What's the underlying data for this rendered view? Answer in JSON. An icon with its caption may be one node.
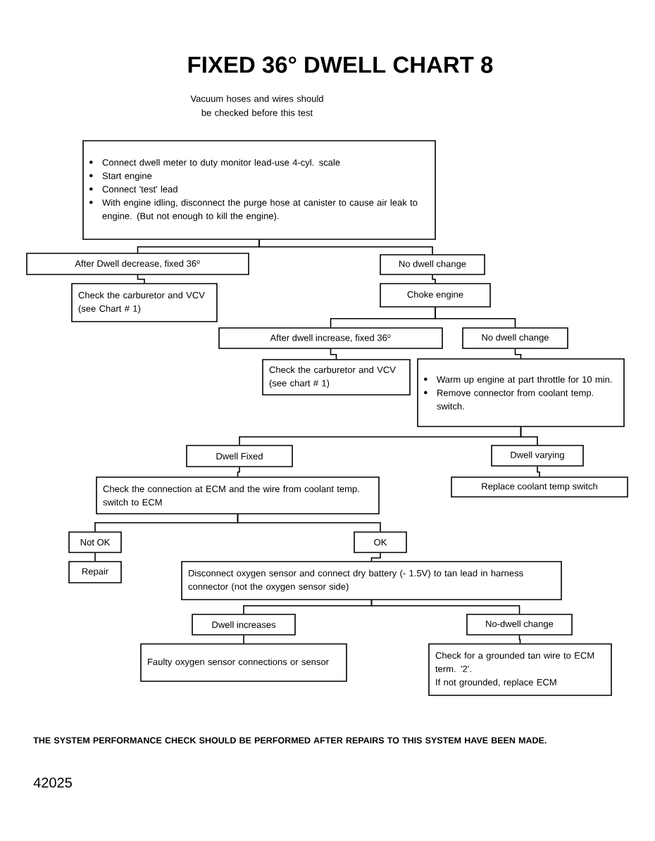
{
  "diagram": {
    "title": "FIXED 36° DWELL CHART 8",
    "nodes": [
      {
        "text": [
          "Connect dwell meter to duty monitor lead-use 4-cyl. scale",
          "Start engine",
          "Connect 'test' lead",
          "With engine idling, disconnect the purge hose at canister to cause air leak to engine. (But not enough to kill the engine)."
        ]
      },
      {
        "text": [
          "After Dwell decrease, fixed 36$^{o}$"
        ]
      },
      {
        "text": [
          "No dwell change"
        ]
      },
      {
        "text": [
          "Check the carburetor and VCV (see Chart # 1)"
        ]
      },
      {
        "text": [
          "Choke engine"
        ]
      },
      {
        "text": [
          "After dwell increase, fixed 36$^{o}$"
        ]
      },
      {
        "text": [
          "No dwell change"
        ]
      },
      {
        "text": [
          "Check the carburetor and VCV (see chart # 1)"
        ]
      },
      {
        "text": [
          "Warm up engine at part throttle for 10 min.",
          "Remove connector from coolant temp. switch."
        ]
      },
      {
        "text": [
          "Dwell Fixed"
        ]
      },
      {
        "text": [
          "Dwell varying"
        ]
      },
      {
        "text": [
          "Check the connection at ECM and the wire from coolant temp. switch to ECM"
        ]
      },
      {
        "text": [
          "Replace coolant temp switch"
        ]
      },
      {
        "text": [
          "Not OK"
        ]
      },
      {
        "text": [
          "OK"
        ]
      },
      {
        "text": [
          "Repair"
        ]
      },
      {
        "text": [
          "Disconnect oxygen sensor and connect dry battery (- 1.5V) to tan lead in harness connector (not the oxygen sensor side)"
        ]
      },
      {
        "text": [
          "Dwell increases"
        ]
      },
      {
        "text": [
          "No-dwell change"
        ]
      },
      {
        "text": [
          "Faulty oxygen sensor connections or sensor"
        ]
      },
      {
        "text": [
          "Check for a grounded tan wire to ECM term. '2'.",
          "If not grounded, replace ECM"
        ]
      }
    ],
    "edges": [
      {
        "from": 0,
        "to": 1,
        "arrow": "none"
      },
      {
        "from": 0,
        "to": 2,
        "arrow": "none"
      },
      {
        "from": 1,
        "to": 3,
        "arrow": "none"
      },
      {
        "from": 2,
        "to": 4,
        "arrow": "none"
      },
      {
        "from": 4,
        "to": 5,
        "arrow": "none"
      },
      {
        "from": 4,
        "to": 6,
        "arrow": "none"
      },
      {
        "from": 5,
        "to": 7,
        "arrow": "none"
      },
      {
        "from": 6,
        "to": 8,
        "arrow": "none"
      },
      {
        "from": 8,
        "to": 9,
        "arrow": "none"
      },
      {
        "from": 8,
        "to": 10,
        "arrow": "none"
      },
      {
        "from": 9,
        "to": 11,
        "arrow": "none"
      },
      {
        "from": 10,
        "to": 12,
        "arrow": "none"
      },
      {
        "from": 11,
        "to": 13,
        "arrow": "none"
      },
      {
        "from": 11,
        "to": 14,
        "arrow": "none"
      },
      {
        "from": 13,
        "to": 15,
        "arrow": "none"
      },
      {
        "from": 14,
        "to": 16,
        "arrow": "none"
      },
      {
        "from": 16,
        "to": 17,
        "arrow": "none"
      },
      {
        "from": 16,
        "to": 18,
        "arrow": "none"
      },
      {
        "from": 17,
        "to": 19,
        "arrow": "none"
      },
      {
        "from": 18,
        "to": 20,
        "arrow": "none"
      }
    ],
    "labels": [
      "Vacuum hoses and wires should be checked before this test",
      "THE SYSTEM PERFORMANCE CHECK SHOULD BE PERFORMED AFTER REPAIRS TO THIS SYSTEM HAVE BEEN MADE.",
      "42025"
    ]
  }
}
